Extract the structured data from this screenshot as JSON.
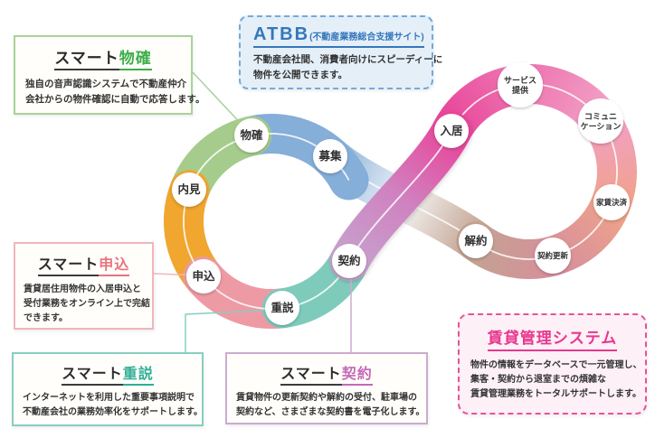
{
  "diagram": {
    "nodes": {
      "bukkaku": "物確",
      "boshu": "募集",
      "naiken": "内見",
      "moshikomi": "申込",
      "jusetsu": "重説",
      "keiyaku": "契約",
      "nyukyo": "入居",
      "service_l1": "サービス",
      "service_l2": "提供",
      "comm_l1": "コミュニ",
      "comm_l2": "ケーション",
      "yachin_kessai": "家賃決済",
      "keiyaku_koshin": "契約更新",
      "kaiyaku": "解約"
    }
  },
  "boxes": {
    "smart_bukkaku": {
      "title_prefix": "スマート",
      "title_accent": "物確",
      "body_lines": [
        "独自の音声認識システムで不動産仲介",
        "会社からの物件確認に自動で応答します。"
      ]
    },
    "atbb": {
      "title": "ATBB",
      "title_sub": "(不動産業務総合支援サイト)",
      "body_lines": [
        "不動産会社間、消費者向けにスピーディーに",
        "物件を公開できます。"
      ]
    },
    "smart_moshikomi": {
      "title_prefix": "スマート",
      "title_accent": "申込",
      "body_lines": [
        "賃貸居住用物件の入居申込と",
        "受付業務をオンライン上で完結",
        "できます。"
      ]
    },
    "smart_jusetsu": {
      "title_prefix": "スマート",
      "title_accent": "重説",
      "body_lines": [
        "インターネットを利用した重要事項説明で",
        "不動産会社の業務効率化をサポートします。"
      ]
    },
    "smart_keiyaku": {
      "title_prefix": "スマート",
      "title_accent": "契約",
      "body_lines": [
        "賃貸物件の更新契約や解約の受付、駐車場の",
        "契約など、さまざまな契約書を電子化します。"
      ]
    },
    "chintai_kanri": {
      "title": "賃貸管理システム",
      "body_lines": [
        "物件の情報をデータベースで一元管理し、",
        "集客・契約から退室までの煩雑な",
        "賃貸管理業務をトータルサポートします。"
      ]
    }
  },
  "colors": {
    "accent_green": "#3fae49",
    "accent_blue": "#3577bb",
    "accent_pink": "#e8737f",
    "accent_teal": "#2fae94",
    "accent_purple": "#c469b8",
    "accent_magenta": "#e8388f",
    "band_blue": "#85aed9",
    "band_green": "#a5cc8c",
    "band_orange": "#f0a62f",
    "band_pink": "#ee9aa4",
    "band_teal": "#7ecbbc",
    "band_purple": "#c6a1cd",
    "band_magenta": "#e8459a",
    "band_midpink": "#ed74b0",
    "band_lightpink": "#f2a0c5",
    "band_salmon": "#efa28b",
    "band_rose": "#d6909b",
    "band_tan": "#c3a392"
  }
}
